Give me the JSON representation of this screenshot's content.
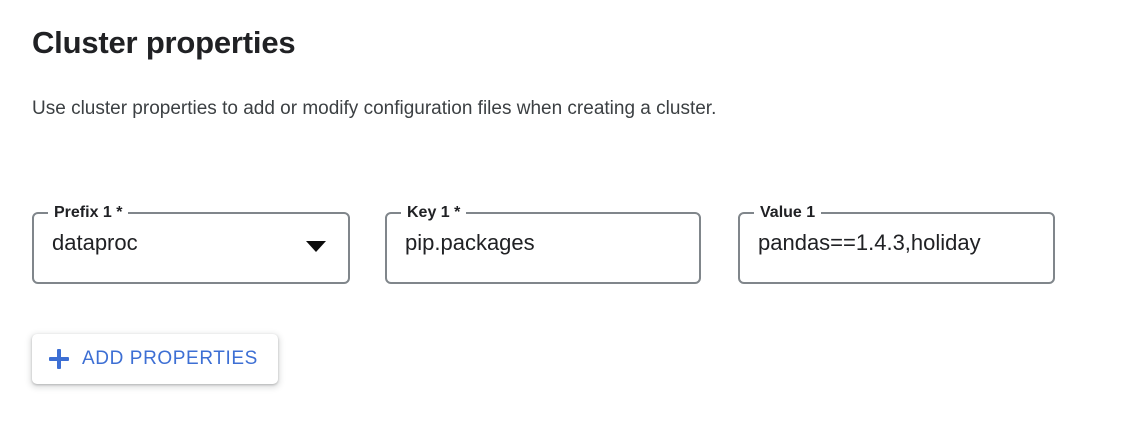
{
  "header": {
    "title": "Cluster properties",
    "subtitle": "Use cluster properties to add or modify configuration files when creating a cluster."
  },
  "theme": {
    "accent_blue": "#3d6fd4",
    "outline_gray": "#80868b",
    "text_primary": "#202124",
    "text_secondary": "#3c4043",
    "background": "#ffffff"
  },
  "properties_row": {
    "prefix_field": {
      "label": "Prefix 1 *",
      "value": "dataproc",
      "type": "select",
      "arrow_icon": "chevron-down-icon"
    },
    "key_field": {
      "label": "Key 1 *",
      "value": "pip.packages",
      "type": "text"
    },
    "value_field": {
      "label": "Value 1",
      "value": "pandas==1.4.3,holiday",
      "type": "text",
      "overflow_clipped": true
    }
  },
  "actions": {
    "add_properties": {
      "label": "ADD PROPERTIES",
      "icon": "plus-icon"
    }
  }
}
